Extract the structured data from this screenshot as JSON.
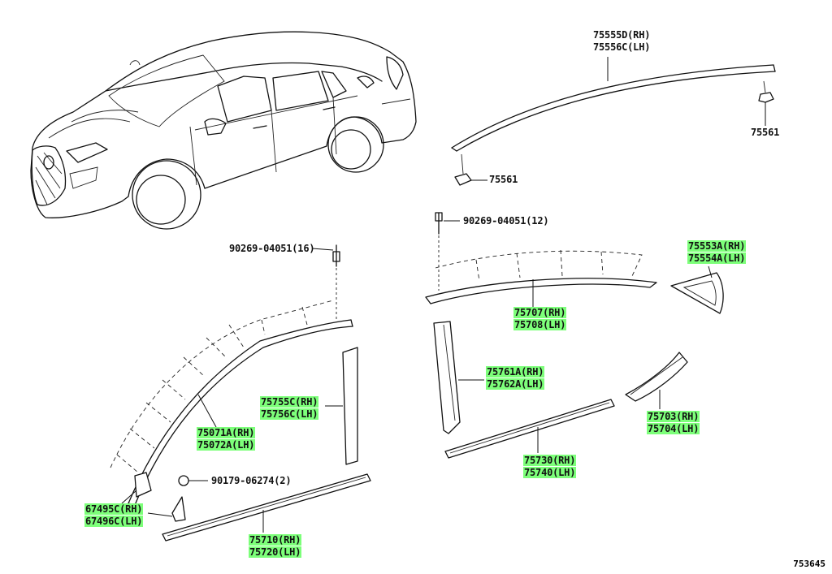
{
  "figure_id": "753645",
  "labels": {
    "p75555d": {
      "rh": "75555D(RH)",
      "lh": "75556C(LH)"
    },
    "p75561_a": "75561",
    "p75561_b": "75561",
    "p90269_12": "90269-04051(12)",
    "p90269_16": "90269-04051(16)",
    "p75553a": {
      "rh": "75553A(RH)",
      "lh": "75554A(LH)"
    },
    "p75707": {
      "rh": "75707(RH)",
      "lh": "75708(LH)"
    },
    "p75761a": {
      "rh": "75761A(RH)",
      "lh": "75762A(LH)"
    },
    "p75755c": {
      "rh": "75755C(RH)",
      "lh": "75756C(LH)"
    },
    "p75071a": {
      "rh": "75071A(RH)",
      "lh": "75072A(LH)"
    },
    "p75703": {
      "rh": "75703(RH)",
      "lh": "75704(LH)"
    },
    "p90179": "90179-06274(2)",
    "p67495c": {
      "rh": "67495C(RH)",
      "lh": "67496C(LH)"
    },
    "p75730": {
      "rh": "75730(RH)",
      "lh": "75740(LH)"
    },
    "p75710": {
      "rh": "75710(RH)",
      "lh": "75720(LH)"
    }
  },
  "highlight_color": "#7dff7a"
}
